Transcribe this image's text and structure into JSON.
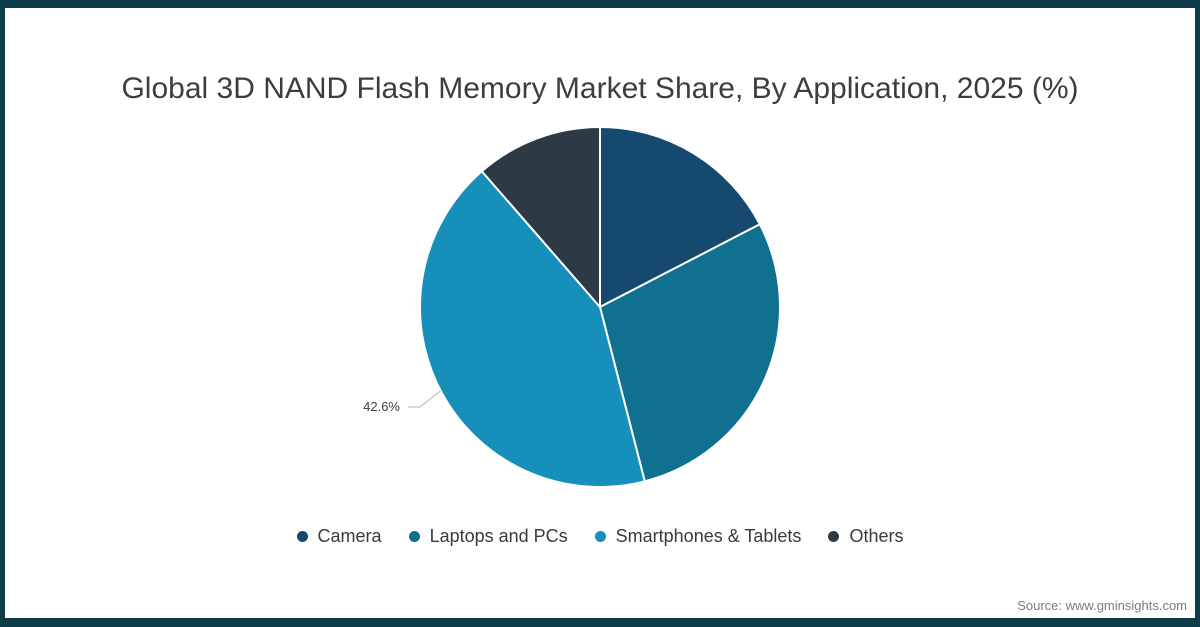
{
  "title": "Global 3D NAND Flash Memory Market Share, By Application, 2025 (%)",
  "source": "Source: www.gminsights.com",
  "frame_color": "#0c3d49",
  "chart_data": {
    "type": "pie",
    "title": "Global 3D NAND Flash Memory Market Share, By Application, 2025 (%)",
    "unit": "%",
    "start_angle_deg": 0,
    "direction": "clockwise",
    "legend_position": "bottom",
    "segments": [
      {
        "label": "Camera",
        "value": 17.4,
        "color": "#15496d"
      },
      {
        "label": "Laptops and PCs",
        "value": 28.6,
        "color": "#10708f"
      },
      {
        "label": "Smartphones & Tablets",
        "value": 42.6,
        "color": "#168fba",
        "data_label": "42.6%"
      },
      {
        "label": "Others",
        "value": 11.4,
        "color": "#2d3a46"
      }
    ]
  }
}
